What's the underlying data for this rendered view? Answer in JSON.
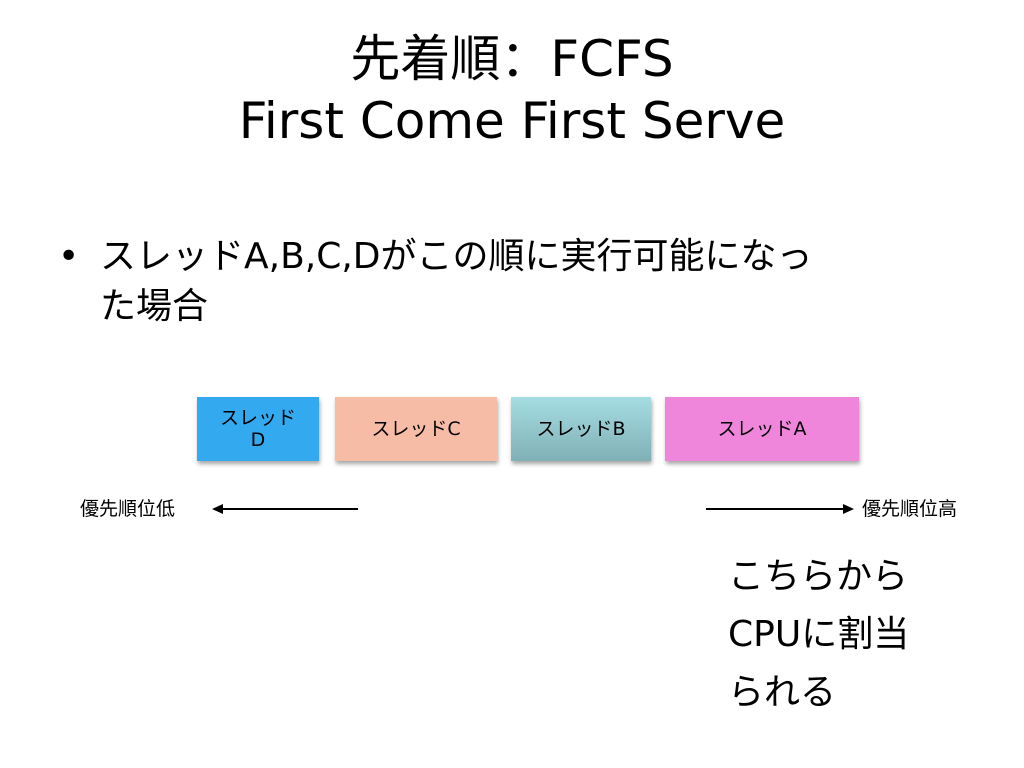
{
  "title": {
    "line1": "先着順：FCFS",
    "line2": "First Come First Serve"
  },
  "bullets": [
    {
      "line1": "スレッドA,B,C,Dがこの順に実行可能になっ",
      "line2": "た場合"
    }
  ],
  "threads": {
    "d": {
      "line1": "スレッド",
      "line2": "D",
      "color": "#33aaf0"
    },
    "c": {
      "label": "スレッドC",
      "color": "#f6bca6"
    },
    "b": {
      "label": "スレッドB",
      "color": "#a5dde3"
    },
    "a": {
      "label": "スレッドA",
      "color": "#ef86db"
    }
  },
  "priority": {
    "low": "優先順位低",
    "high": "優先順位高"
  },
  "note": {
    "line1": "こちらから",
    "line2": "CPUに割当",
    "line3": "られる"
  }
}
